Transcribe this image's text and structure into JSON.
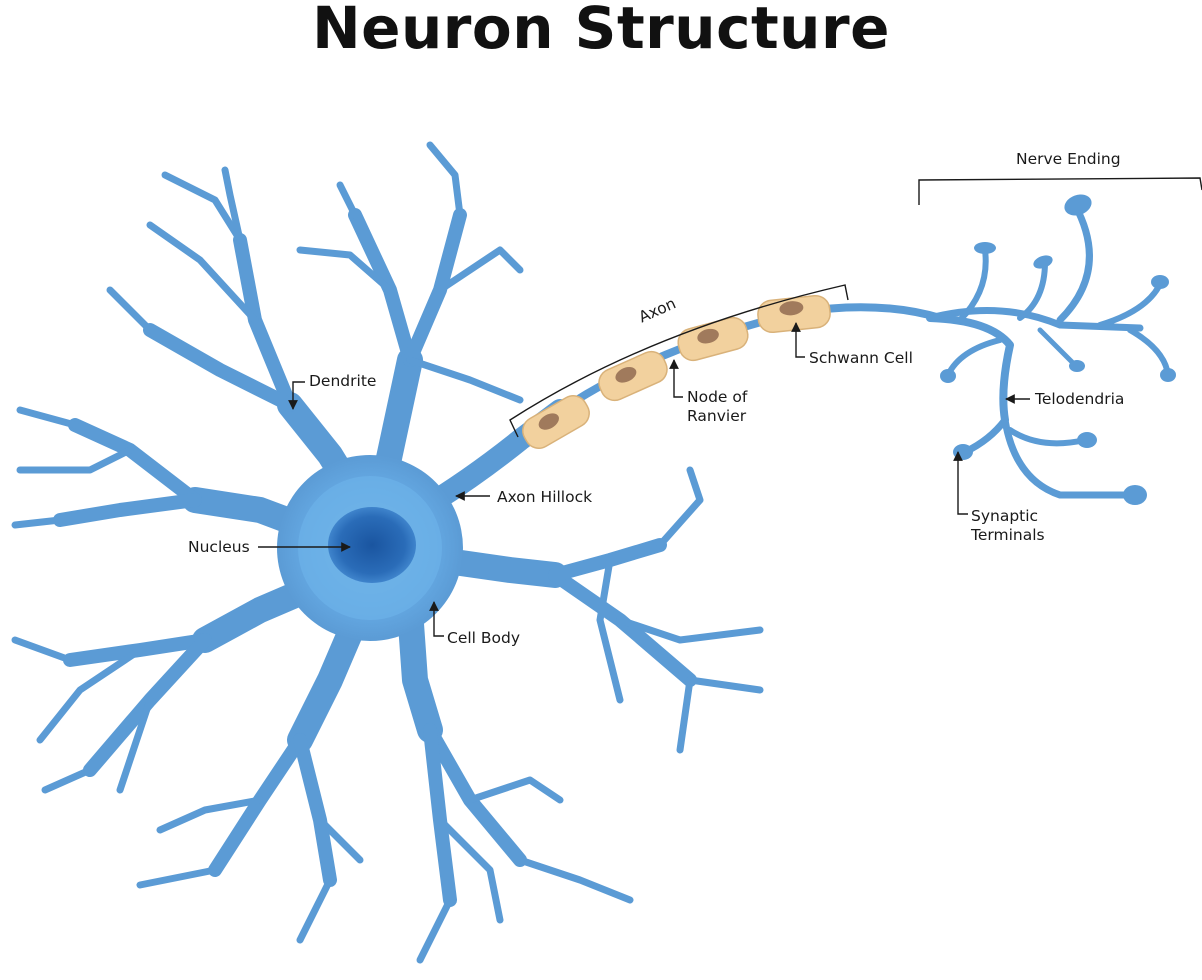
{
  "title": "Neuron Structure",
  "labels": {
    "dendrite": "Dendrite",
    "nucleus": "Nucleus",
    "axon_hillock": "Axon Hillock",
    "cell_body": "Cell Body",
    "axon": "Axon",
    "node_of_ranvier_line1": "Node of",
    "node_of_ranvier_line2": "Ranvier",
    "schwann_cell": "Schwann Cell",
    "nerve_ending": "Nerve Ending",
    "telodendria": "Telodendria",
    "synaptic_terminals_line1": "Synaptic",
    "synaptic_terminals_line2": "Terminals"
  },
  "colors": {
    "neuron_blue": "#5b9bd5",
    "neuron_light": "#6fb0e6",
    "nucleus": "#1f5fa8",
    "schwann": "#f2d19e",
    "schwann_nucleus": "#a07a5c",
    "line": "#1a1a1a"
  }
}
